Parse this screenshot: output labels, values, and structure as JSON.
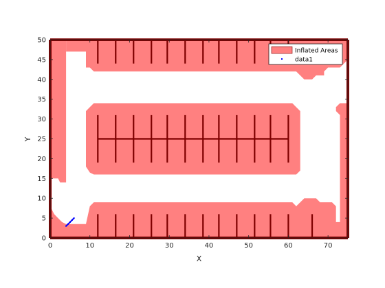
{
  "chart_data": {
    "type": "area",
    "xlabel": "X",
    "ylabel": "Y",
    "xlim": [
      0,
      75
    ],
    "ylim": [
      0,
      50
    ],
    "xticks": [
      0,
      10,
      20,
      30,
      40,
      50,
      60,
      70
    ],
    "yticks": [
      0,
      5,
      10,
      15,
      20,
      25,
      30,
      35,
      40,
      45,
      50
    ],
    "grid": false,
    "legend": {
      "position": "top-right",
      "entries": [
        "Inflated Areas",
        "data1"
      ]
    },
    "colors": {
      "inflated": "#ff8080",
      "obstacle": "#7f0000",
      "path": "#0000ff",
      "axis": "#262626"
    },
    "series": [
      {
        "name": "Inflated Areas",
        "kind": "filled-regions",
        "regions": [
          {
            "name": "top-band",
            "polygon": [
              [
                0,
                50
              ],
              [
                75,
                50
              ],
              [
                75,
                45
              ],
              [
                74,
                44
              ],
              [
                73,
                43
              ],
              [
                70,
                43
              ],
              [
                69,
                42
              ],
              [
                69,
                41
              ],
              [
                67,
                41
              ],
              [
                66,
                40
              ],
              [
                64,
                40
              ],
              [
                63,
                41
              ],
              [
                62,
                42
              ],
              [
                12,
                42
              ],
              [
                11,
                42
              ],
              [
                10,
                43
              ],
              [
                9,
                43
              ],
              [
                9,
                47
              ],
              [
                4,
                47
              ],
              [
                4,
                50
              ]
            ]
          },
          {
            "name": "left-wall",
            "polygon": [
              [
                0,
                50
              ],
              [
                4,
                50
              ],
              [
                4,
                14
              ],
              [
                2.5,
                14
              ],
              [
                2,
                15
              ],
              [
                0,
                15
              ]
            ]
          },
          {
            "name": "center-island",
            "polygon": [
              [
                9,
                32
              ],
              [
                9,
                18
              ],
              [
                10,
                16.5
              ],
              [
                11,
                16
              ],
              [
                62,
                16
              ],
              [
                63,
                17
              ],
              [
                63,
                32
              ],
              [
                62,
                33
              ],
              [
                61,
                34
              ],
              [
                11,
                34
              ],
              [
                10,
                33
              ]
            ]
          },
          {
            "name": "bottom-band",
            "polygon": [
              [
                0,
                0
              ],
              [
                75,
                0
              ],
              [
                75,
                4
              ],
              [
                72,
                4
              ],
              [
                72,
                8
              ],
              [
                71,
                9
              ],
              [
                68,
                9
              ],
              [
                67,
                10
              ],
              [
                64,
                10
              ],
              [
                63,
                9
              ],
              [
                62,
                8
              ],
              [
                61,
                9
              ],
              [
                11,
                9
              ],
              [
                10,
                8
              ],
              [
                9,
                3.5
              ],
              [
                4,
                3.5
              ],
              [
                3,
                4
              ],
              [
                2,
                5
              ],
              [
                1,
                6
              ],
              [
                0,
                8
              ]
            ]
          },
          {
            "name": "right-wall",
            "polygon": [
              [
                75,
                50
              ],
              [
                75,
                0
              ],
              [
                73,
                0
              ],
              [
                73,
                31
              ],
              [
                72,
                32
              ],
              [
                72,
                33
              ],
              [
                73,
                34
              ],
              [
                75,
                34
              ]
            ]
          }
        ]
      },
      {
        "name": "Obstacles",
        "kind": "segments",
        "segments": [
          [
            [
              0,
              0
            ],
            [
              75,
              0
            ]
          ],
          [
            [
              0,
              50
            ],
            [
              75,
              50
            ]
          ],
          [
            [
              0,
              0
            ],
            [
              0,
              50
            ]
          ],
          [
            [
              75,
              0
            ],
            [
              75,
              50
            ]
          ],
          [
            [
              12,
              50
            ],
            [
              12,
              44
            ]
          ],
          [
            [
              16.5,
              50
            ],
            [
              16.5,
              44
            ]
          ],
          [
            [
              21,
              50
            ],
            [
              21,
              44
            ]
          ],
          [
            [
              25.5,
              50
            ],
            [
              25.5,
              44
            ]
          ],
          [
            [
              29.5,
              50
            ],
            [
              29.5,
              44
            ]
          ],
          [
            [
              34,
              50
            ],
            [
              34,
              44
            ]
          ],
          [
            [
              38.5,
              50
            ],
            [
              38.5,
              44
            ]
          ],
          [
            [
              42.5,
              50
            ],
            [
              42.5,
              44
            ]
          ],
          [
            [
              47,
              50
            ],
            [
              47,
              44
            ]
          ],
          [
            [
              51.5,
              50
            ],
            [
              51.5,
              44
            ]
          ],
          [
            [
              55.5,
              50
            ],
            [
              55.5,
              44
            ]
          ],
          [
            [
              60,
              50
            ],
            [
              60,
              44
            ]
          ],
          [
            [
              12,
              25
            ],
            [
              60,
              25
            ]
          ],
          [
            [
              12,
              31
            ],
            [
              12,
              19
            ]
          ],
          [
            [
              16.5,
              31
            ],
            [
              16.5,
              19
            ]
          ],
          [
            [
              21,
              31
            ],
            [
              21,
              19
            ]
          ],
          [
            [
              25.5,
              31
            ],
            [
              25.5,
              19
            ]
          ],
          [
            [
              29.5,
              31
            ],
            [
              29.5,
              19
            ]
          ],
          [
            [
              34,
              31
            ],
            [
              34,
              19
            ]
          ],
          [
            [
              38.5,
              31
            ],
            [
              38.5,
              19
            ]
          ],
          [
            [
              42.5,
              31
            ],
            [
              42.5,
              19
            ]
          ],
          [
            [
              47,
              31
            ],
            [
              47,
              19
            ]
          ],
          [
            [
              51.5,
              31
            ],
            [
              51.5,
              19
            ]
          ],
          [
            [
              55.5,
              31
            ],
            [
              55.5,
              19
            ]
          ],
          [
            [
              60,
              31
            ],
            [
              60,
              19
            ]
          ],
          [
            [
              12,
              0
            ],
            [
              12,
              6
            ]
          ],
          [
            [
              16.5,
              0
            ],
            [
              16.5,
              6
            ]
          ],
          [
            [
              21,
              0
            ],
            [
              21,
              6
            ]
          ],
          [
            [
              25.5,
              0
            ],
            [
              25.5,
              6
            ]
          ],
          [
            [
              29.5,
              0
            ],
            [
              29.5,
              6
            ]
          ],
          [
            [
              34,
              0
            ],
            [
              34,
              6
            ]
          ],
          [
            [
              38.5,
              0
            ],
            [
              38.5,
              6
            ]
          ],
          [
            [
              42.5,
              0
            ],
            [
              42.5,
              6
            ]
          ],
          [
            [
              47,
              0
            ],
            [
              47,
              6
            ]
          ],
          [
            [
              51.5,
              0
            ],
            [
              51.5,
              6
            ]
          ],
          [
            [
              55.5,
              0
            ],
            [
              55.5,
              6
            ]
          ],
          [
            [
              60,
              0
            ],
            [
              60,
              6
            ]
          ],
          [
            [
              66,
              0
            ],
            [
              66,
              6
            ]
          ]
        ]
      },
      {
        "name": "data1",
        "kind": "line",
        "points": [
          [
            4,
            3
          ],
          [
            4.5,
            3.5
          ],
          [
            5,
            4
          ],
          [
            5.5,
            4.5
          ],
          [
            6,
            5
          ]
        ]
      }
    ]
  }
}
